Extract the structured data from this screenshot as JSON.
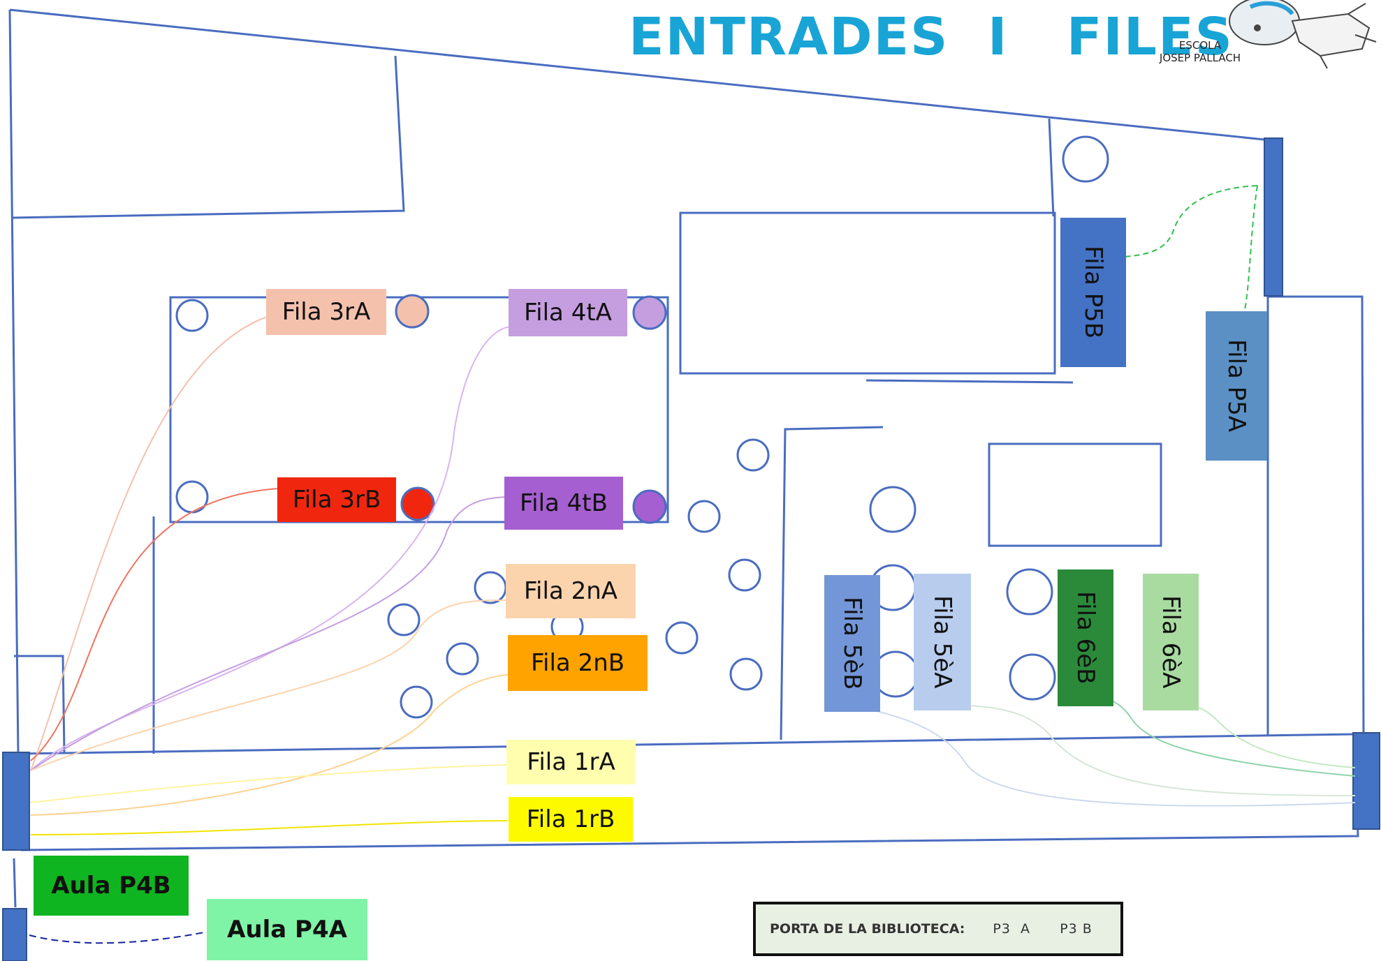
{
  "header": {
    "title": "ENTRADES  I   FILES",
    "school_line1": "ESCOLA",
    "school_line2": "JOSEP PALLACH"
  },
  "rows": {
    "fila_3ra": "Fila 3rA",
    "fila_4ta": "Fila 4tA",
    "fila_3rb": "Fila 3rB",
    "fila_4tb": "Fila 4tB",
    "fila_2na": "Fila 2nA",
    "fila_2nb": "Fila 2nB",
    "fila_1ra": "Fila 1rA",
    "fila_1rb": "Fila 1rB",
    "fila_p5b": "Fila P5B",
    "fila_p5a": "Fila P5A",
    "fila_5eb": "Fila 5èB",
    "fila_5ea": "Fila 5èA",
    "fila_6eb": "Fila 6èB",
    "fila_6ea": "Fila 6èA"
  },
  "classrooms": {
    "aula_p4b": "Aula P4B",
    "aula_p4a": "Aula P4A"
  },
  "legend": {
    "label": "PORTA DE LA BIBLIOTECA:",
    "doors": "P3  A      P3 B"
  },
  "colors": {
    "outline": "#4a6cc0",
    "door": "#4472c4",
    "fila_3ra": "#f4c1ad",
    "fila_4ta": "#c59ee0",
    "fila_3rb": "#f0270e",
    "fila_4tb": "#a55fd0",
    "fila_2na": "#fbd3ad",
    "fila_2nb": "#ffa300",
    "fila_1ra": "#fffdae",
    "fila_1rb": "#fdfa00",
    "fila_p5b": "#4472c4",
    "fila_p5a": "#5b90c4",
    "fila_5eb": "#7396d8",
    "fila_5ea": "#b8cdee",
    "fila_6eb": "#2a8a3a",
    "fila_6ea": "#a9dba1",
    "aula_p4b": "#0fb520",
    "aula_p4a": "#7ff3a6",
    "title": "#19a4d6"
  }
}
